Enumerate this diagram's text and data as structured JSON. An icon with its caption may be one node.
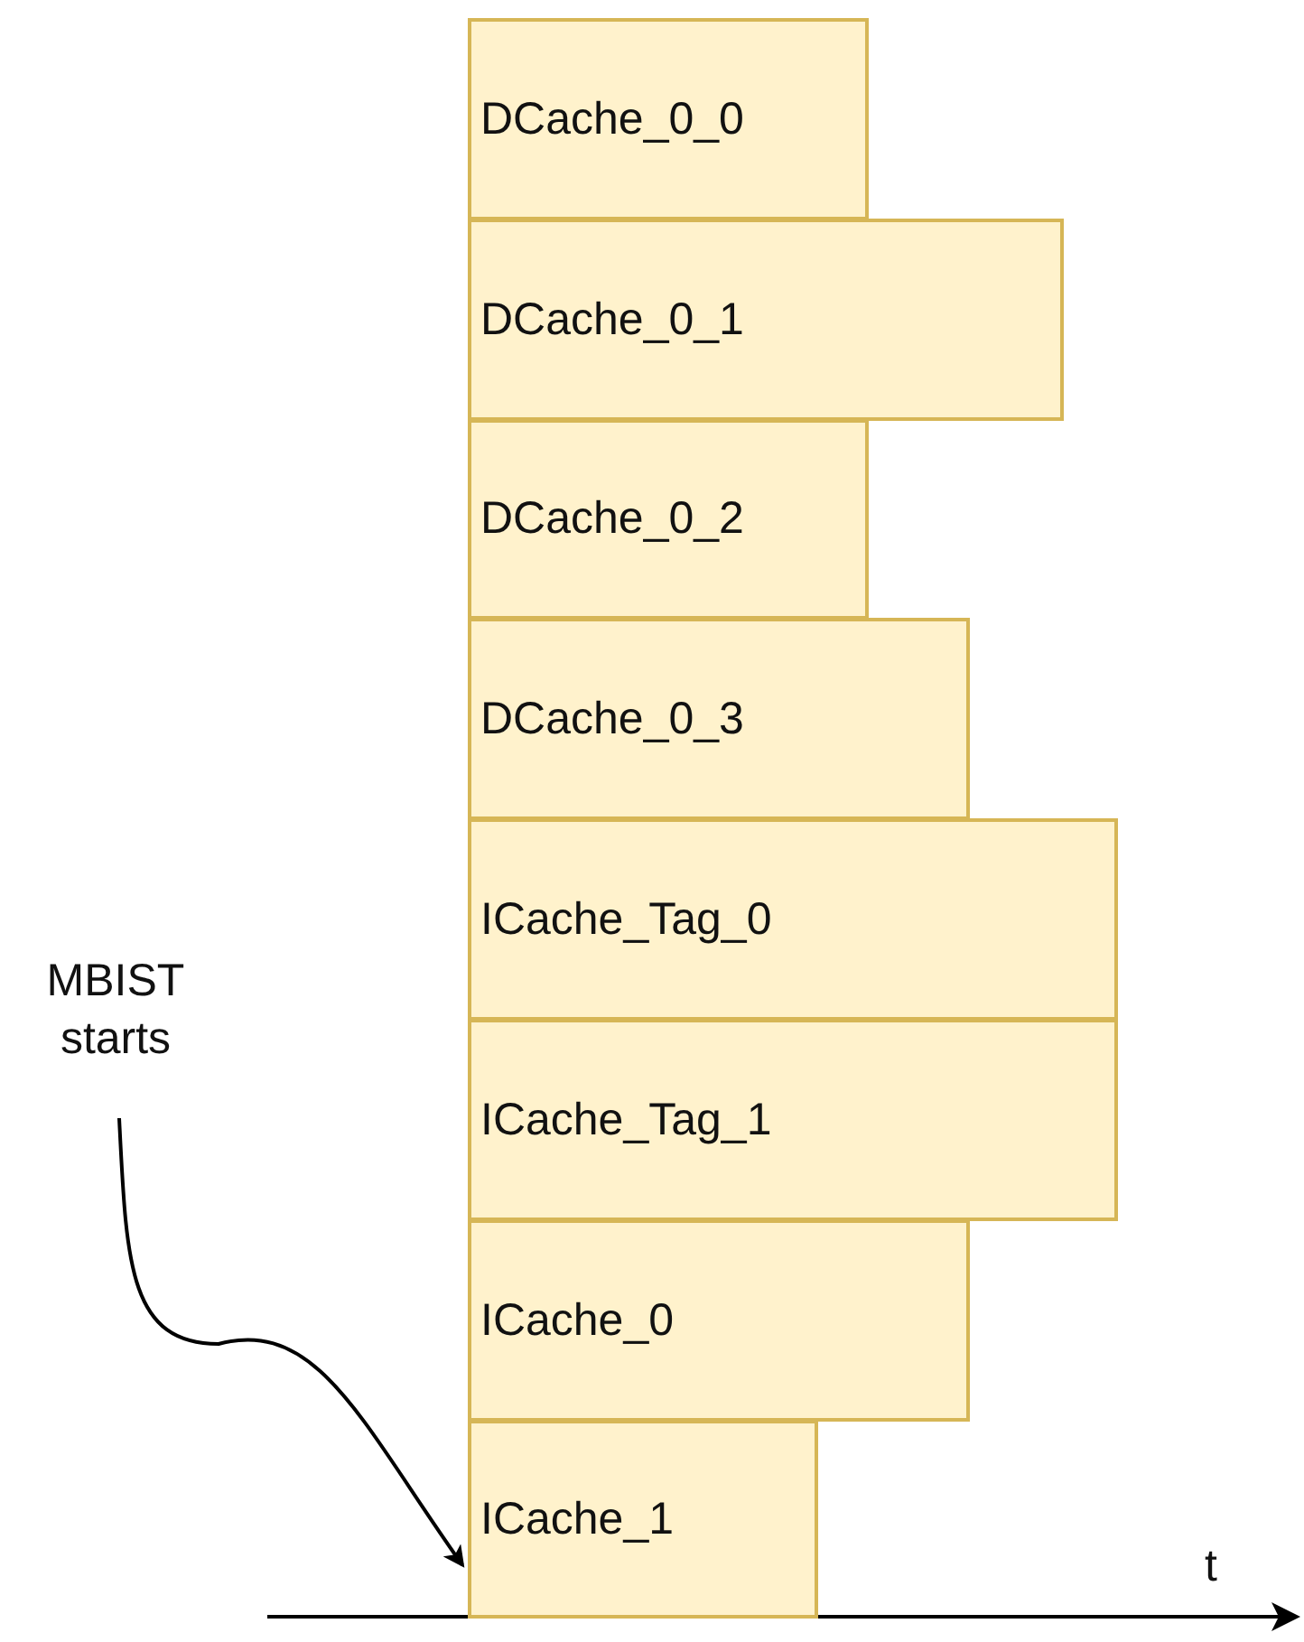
{
  "diagram": {
    "nodes": [
      {
        "text": [
          "DCache_0_0"
        ]
      },
      {
        "text": [
          "DCache_0_1"
        ]
      },
      {
        "text": [
          "DCache_0_2"
        ]
      },
      {
        "text": [
          "DCache_0_3"
        ]
      },
      {
        "text": [
          "ICache_Tag_0"
        ]
      },
      {
        "text": [
          "ICache_Tag_1"
        ]
      },
      {
        "text": [
          "ICache_0"
        ]
      },
      {
        "text": [
          "ICache_1"
        ]
      },
      {
        "text": [
          "MBIST starts"
        ]
      }
    ],
    "edges": [
      {
        "from": 8,
        "to": 7,
        "arrow": "to"
      }
    ],
    "labels": [
      "t"
    ]
  }
}
